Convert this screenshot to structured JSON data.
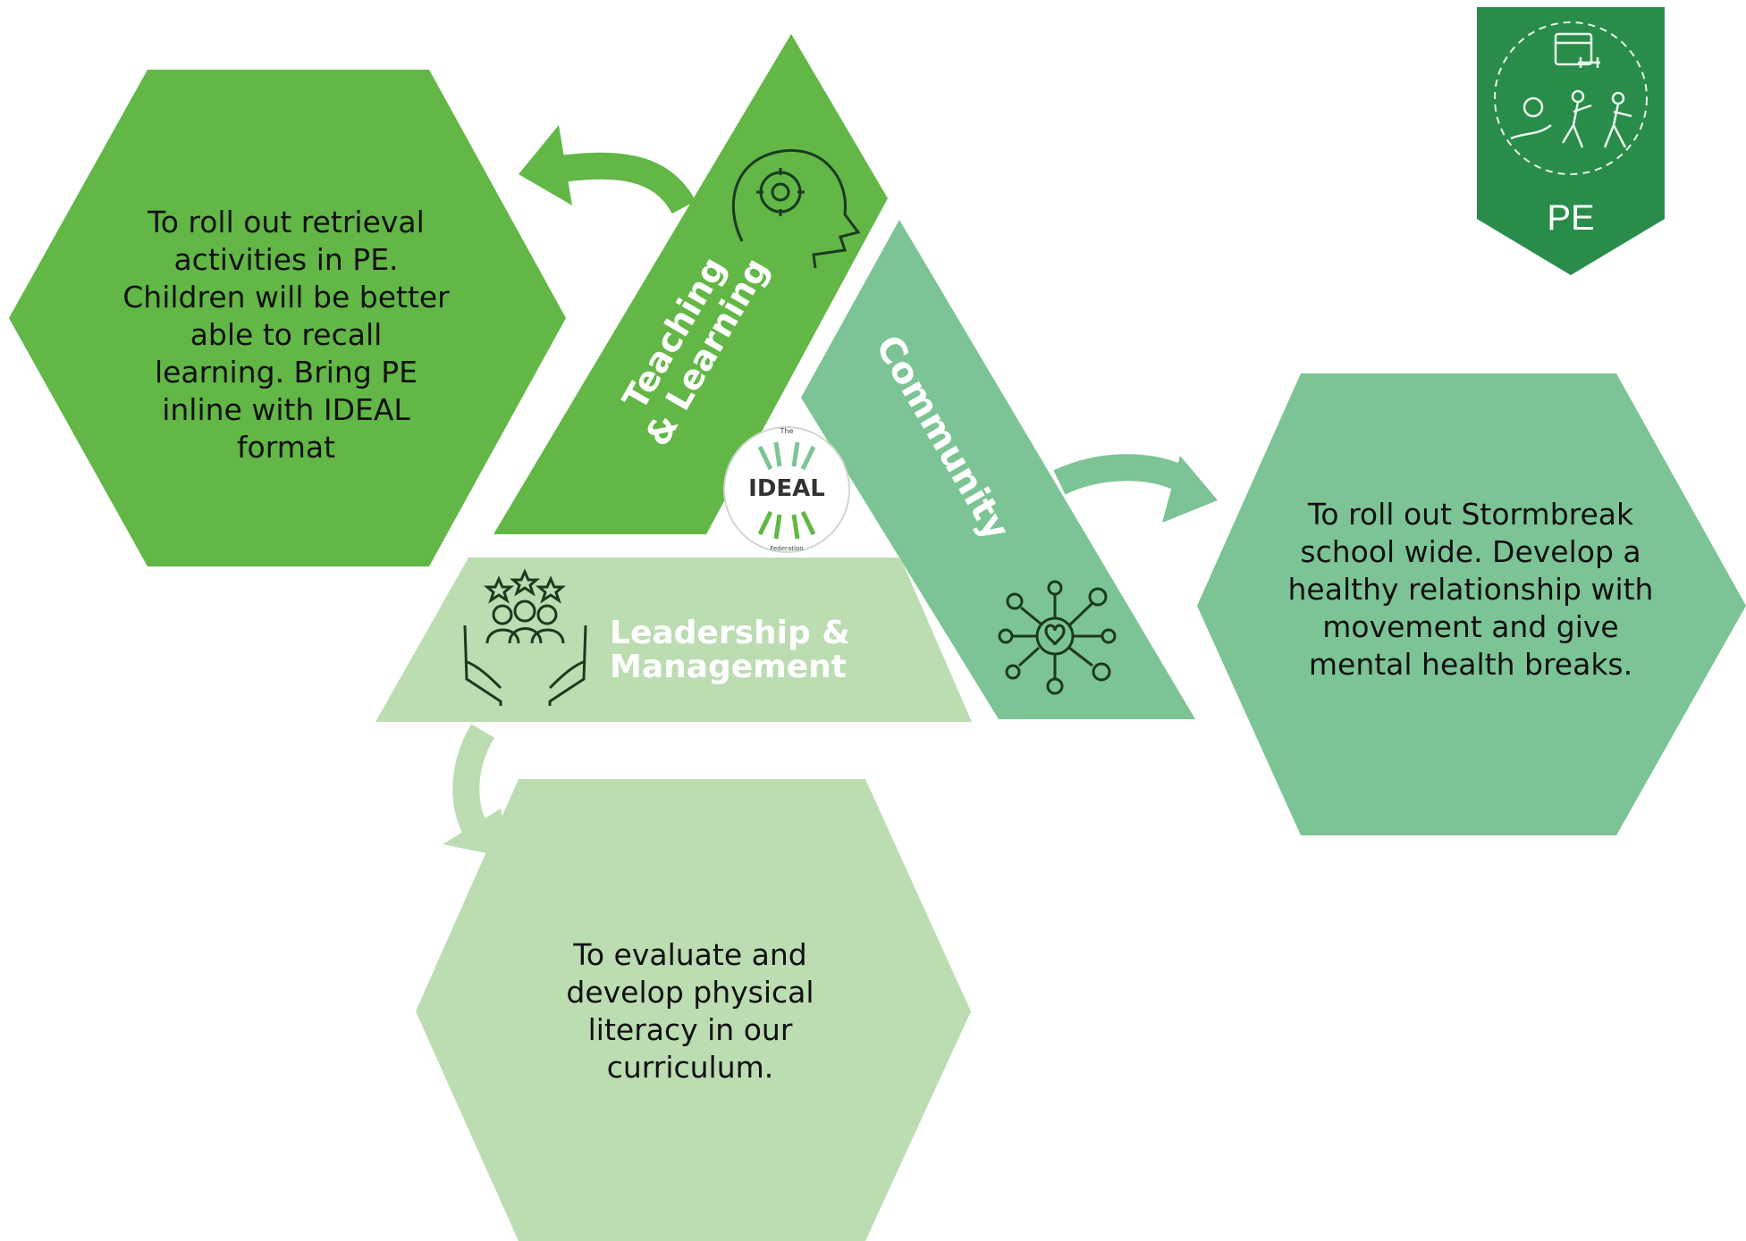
{
  "colors": {
    "teaching": "#62b746",
    "community": "#7cc495",
    "leadership": "#bcdcb2",
    "badge": "#2a8c4a",
    "icon_stroke": "#1b3a1f",
    "hex_text": "#111111"
  },
  "teaching": {
    "label_line1": "Teaching",
    "label_line2": "& Learning",
    "hex_text": "To roll out retrieval activities in PE. Children will be better able to recall learning. Bring PE inline with IDEAL format",
    "icon": "head-gear-icon"
  },
  "community": {
    "label": "Community",
    "hex_text": "To roll out Stormbreak school wide. Develop a healthy relationship with movement and give mental health breaks.",
    "icon": "network-heart-icon"
  },
  "leadership": {
    "label_line1": "Leadership &",
    "label_line2": "Management",
    "hex_text": "To evaluate and develop physical literacy in our curriculum.",
    "icon": "team-hands-stars-icon"
  },
  "center_logo": {
    "top": "The",
    "main": "IDEAL",
    "bottom": "Federation"
  },
  "badge": {
    "label": "PE",
    "icon": "sports-icon"
  }
}
